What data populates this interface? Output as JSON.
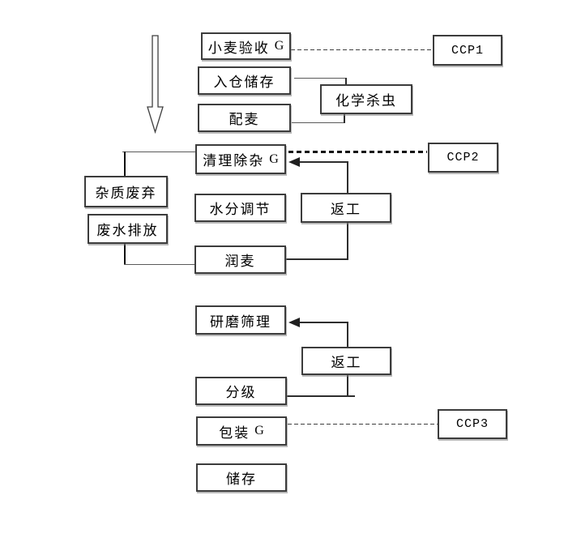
{
  "diagram": {
    "type": "flowchart",
    "subject": "wheat-flour-processing-haccp-flow",
    "nodes": {
      "wheat_acceptance": {
        "label": "小麦验收",
        "suffix": "G"
      },
      "ccp1": {
        "label": "CCP1"
      },
      "inbound_storage": {
        "label": "入仓储存"
      },
      "chemical_disinsection": {
        "label": "化学杀虫"
      },
      "wheat_blending": {
        "label": "配麦"
      },
      "cleaning_impurity_removal": {
        "label": "清理除杂",
        "suffix": "G"
      },
      "ccp2": {
        "label": "CCP2"
      },
      "impurity_disposal": {
        "label": "杂质废弃"
      },
      "moisture_adjustment": {
        "label": "水分调节"
      },
      "rework_1": {
        "label": "返工"
      },
      "wastewater_discharge": {
        "label": "废水排放"
      },
      "wheat_tempering": {
        "label": "润麦"
      },
      "grinding_sieving": {
        "label": "研磨筛理"
      },
      "rework_2": {
        "label": "返工"
      },
      "grading": {
        "label": "分级"
      },
      "packaging": {
        "label": "包装",
        "suffix": "G"
      },
      "ccp3": {
        "label": "CCP3"
      },
      "final_storage": {
        "label": "储存"
      }
    },
    "colors": {
      "background": "#ffffff",
      "box_border": "#3c3c3c",
      "box_shadow": "#8f8f8f",
      "text": "#000000",
      "connector": "#5a5a5a",
      "connector_dark": "#2e2e2e",
      "bold_dash": "#141414"
    }
  }
}
